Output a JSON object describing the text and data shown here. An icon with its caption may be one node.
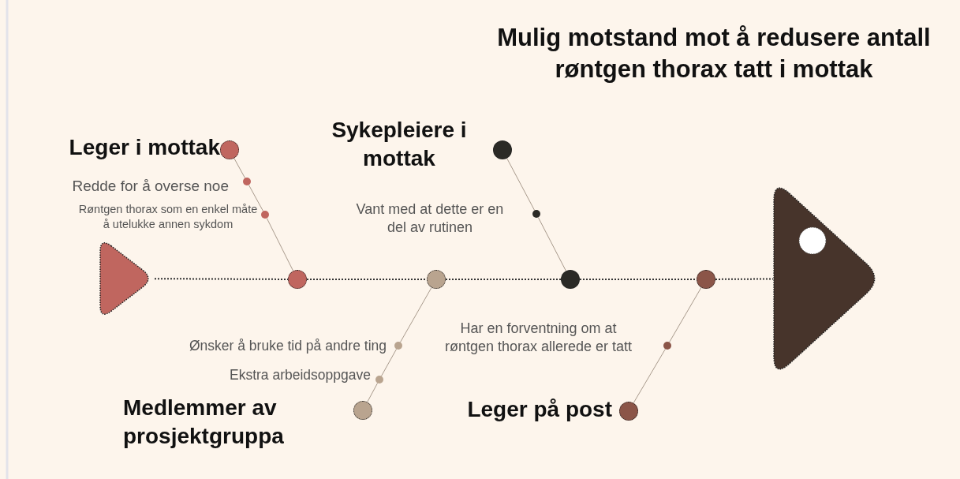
{
  "diagram": {
    "title": "Mulig motstand mot å redusere antall røntgen thorax tatt i mottak",
    "nodes": [
      {
        "text": [],
        "shape": "triangle"
      },
      {
        "text": [],
        "shape": "circle"
      },
      {
        "text": [],
        "shape": "circle"
      },
      {
        "text": [],
        "shape": "circle"
      },
      {
        "text": [],
        "shape": "circle"
      },
      {
        "text": [],
        "shape": "triangle"
      },
      {
        "text": [],
        "shape": "circle",
        "beside": [
          "Leger i mottak"
        ]
      },
      {
        "text": [],
        "shape": "circle",
        "beside": [
          "Redde for å overse noe"
        ]
      },
      {
        "text": [],
        "shape": "circle",
        "beside": [
          "Røntgen thorax som en enkel måte å utelukke annen sykdom"
        ]
      },
      {
        "text": [],
        "shape": "circle",
        "beside": [
          "Sykepleiere i mottak"
        ]
      },
      {
        "text": [],
        "shape": "circle",
        "beside": [
          "Vant med at dette er en del av rutinen"
        ]
      },
      {
        "text": [],
        "shape": "circle",
        "beside": [
          "Medlemmer av prosjektgruppa"
        ]
      },
      {
        "text": [],
        "shape": "circle",
        "beside": [
          "Ønsker å bruke tid på andre ting"
        ]
      },
      {
        "text": [],
        "shape": "circle",
        "beside": [
          "Ekstra arbeidsoppgave"
        ]
      },
      {
        "text": [],
        "shape": "circle",
        "beside": [
          "Leger på post"
        ]
      },
      {
        "text": [],
        "shape": "circle",
        "beside": [
          "Har en forventning om at røntgen thorax allerede er tatt"
        ]
      }
    ],
    "edges": [
      {
        "from": 0,
        "to": 1,
        "arrow": "none",
        "style": "dashed",
        "color": "#333333"
      },
      {
        "from": 1,
        "to": 2,
        "arrow": "none",
        "style": "dashed",
        "color": "#333333"
      },
      {
        "from": 2,
        "to": 3,
        "arrow": "none",
        "style": "dashed",
        "color": "#333333"
      },
      {
        "from": 3,
        "to": 4,
        "arrow": "none",
        "style": "dashed",
        "color": "#333333"
      },
      {
        "from": 4,
        "to": 5,
        "arrow": "none",
        "style": "dashed",
        "color": "#333333"
      },
      {
        "from": 6,
        "to": 7,
        "arrow": "none"
      },
      {
        "from": 7,
        "to": 8,
        "arrow": "none"
      },
      {
        "from": 8,
        "to": 1,
        "arrow": "none"
      },
      {
        "from": 9,
        "to": 10,
        "arrow": "none"
      },
      {
        "from": 10,
        "to": 3,
        "arrow": "none"
      },
      {
        "from": 11,
        "to": 13,
        "arrow": "none"
      },
      {
        "from": 13,
        "to": 12,
        "arrow": "none"
      },
      {
        "from": 12,
        "to": 2,
        "arrow": "none"
      },
      {
        "from": 14,
        "to": 15,
        "arrow": "none"
      },
      {
        "from": 15,
        "to": 4,
        "arrow": "none"
      }
    ]
  }
}
